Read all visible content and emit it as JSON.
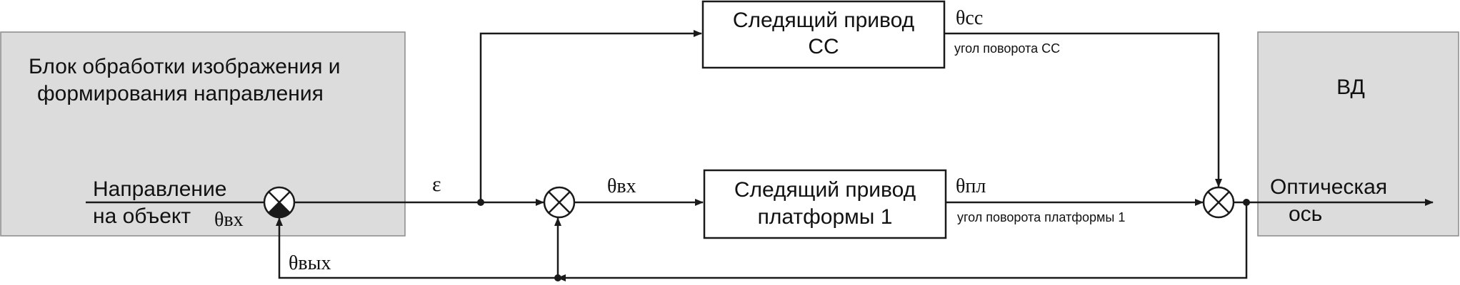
{
  "blocks": {
    "processing": {
      "line1": "Блок обработки изображения и",
      "line2": "формирования направления"
    },
    "vd": {
      "label": "ВД"
    },
    "drive_ss": {
      "line1": "Следящий привод",
      "line2": "СС"
    },
    "drive_platform": {
      "line1": "Следящий привод",
      "line2": "платформы 1"
    }
  },
  "labels": {
    "input_direction_line1": "Направление",
    "input_direction_line2": "на объект",
    "theta_in_1": "θвх",
    "epsilon": "ε",
    "theta_in_2": "θвх",
    "theta_ss": "θсс",
    "ss_rotation_angle": "угол поворота СС",
    "theta_pl": "θпл",
    "platform_rotation_angle": "угол поворота платформы 1",
    "optical_axis_line1": "Оптическая",
    "optical_axis_line2": "ось",
    "theta_out": "θвых"
  },
  "colors": {
    "block_fill": "#dcdcdc",
    "block_border": "#8a8a8a",
    "line": "#1a1a1a"
  }
}
